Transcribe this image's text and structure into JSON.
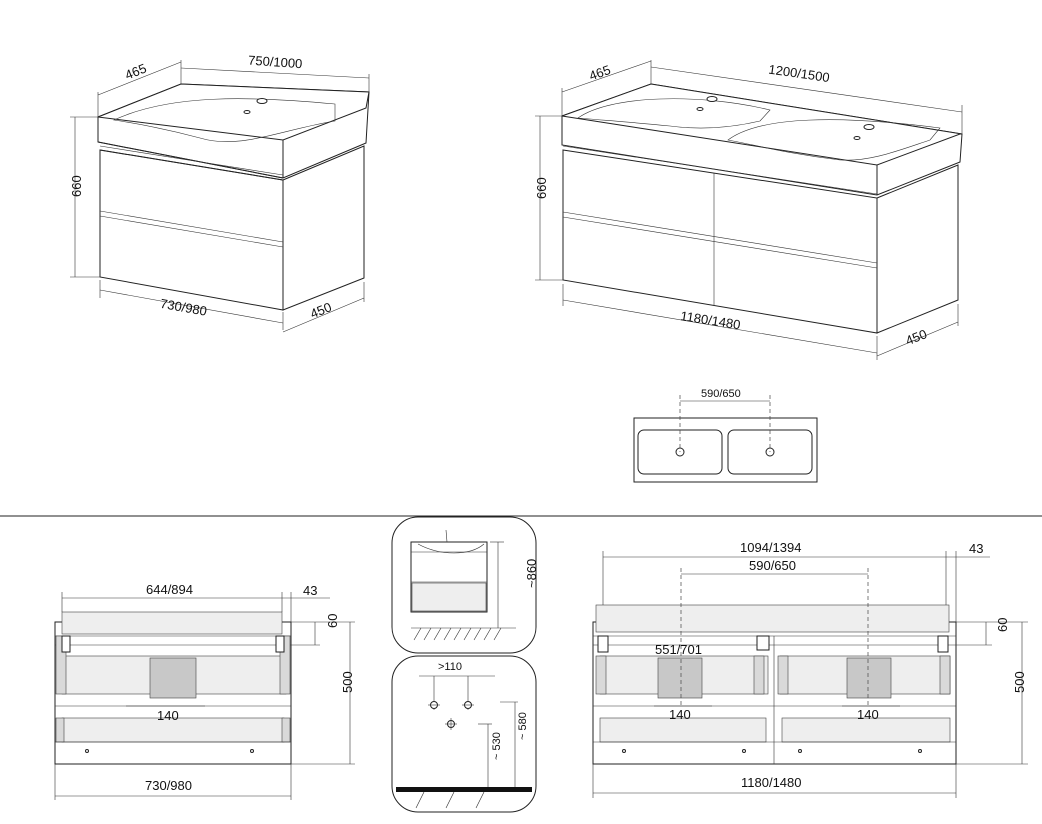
{
  "top_left": {
    "depth": "465",
    "width_top": "750/1000",
    "height": "660",
    "width_bottom": "730/980",
    "depth_bottom": "450"
  },
  "top_right": {
    "depth": "465",
    "width_top": "1200/1500",
    "height": "660",
    "width_bottom": "1180/1480",
    "depth_bottom": "450"
  },
  "basin_plan": {
    "spacing": "590/650"
  },
  "bottom_left": {
    "inner_width": "644/894",
    "offset": "43",
    "top_gap": "60",
    "height": "500",
    "drawer_gap": "140",
    "width": "730/980"
  },
  "side_view": {
    "height": "~860"
  },
  "drain_view": {
    "offset": ">110",
    "h1": "~ 530",
    "h2": "~ 580"
  },
  "bottom_right": {
    "inner_width": "1094/1394",
    "offset": "43",
    "spacing": "590/650",
    "top_gap": "60",
    "drawer_width": "551/701",
    "height": "500",
    "gap_left": "140",
    "gap_right": "140",
    "width": "1180/1480"
  }
}
